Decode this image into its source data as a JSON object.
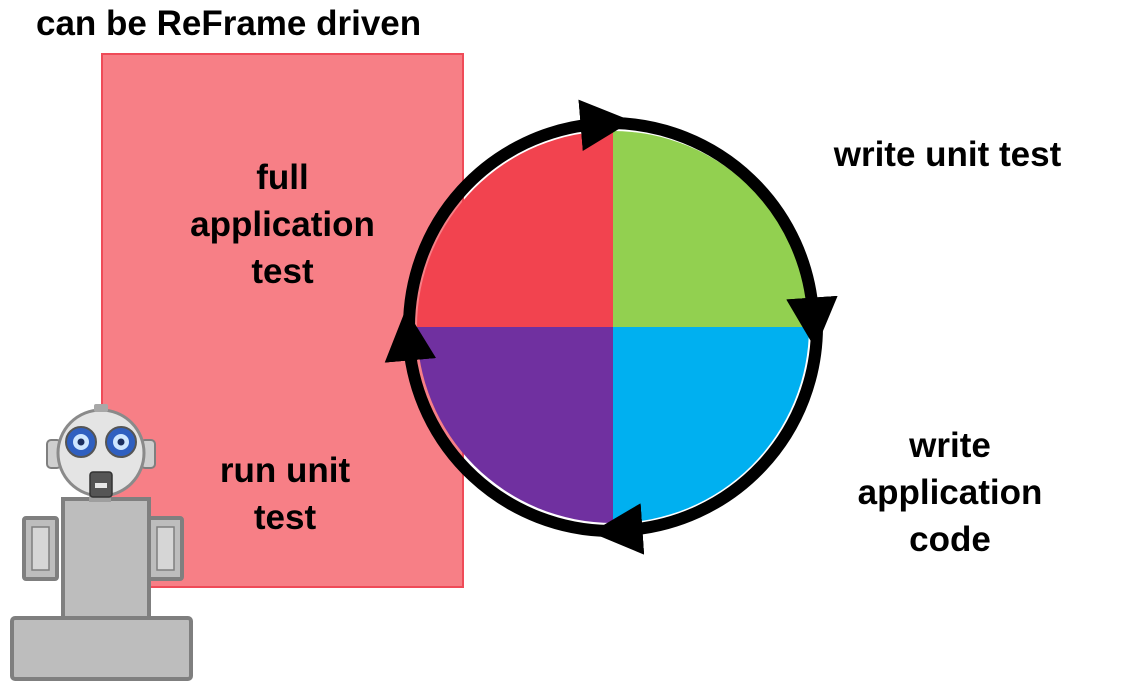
{
  "title": "can be ReFrame driven",
  "labels": {
    "write_unit_test": "write unit test",
    "write_application_code": [
      "write",
      "application",
      "code"
    ],
    "run_unit_test": [
      "run unit",
      "test"
    ],
    "full_application_test": [
      "full",
      "application",
      "test"
    ]
  },
  "colors": {
    "reframe_box": "#f77f86",
    "quadrant_write_unit_test": "#92d050",
    "quadrant_write_application_code": "#00b0f0",
    "quadrant_run_unit_test": "#7030a0",
    "quadrant_full_application_test": "#f2434f",
    "cycle_arrows": "#000000"
  },
  "icons": {
    "robot": "robot-icon",
    "arrow": "clockwise-arrow-icon"
  }
}
